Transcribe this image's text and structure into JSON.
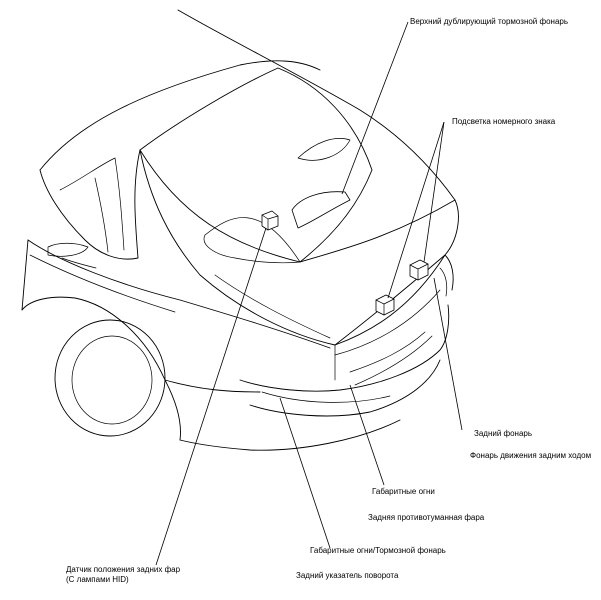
{
  "labels": {
    "high_mount_stop": "Верхний дублирующий тормозной фонарь",
    "license_plate": "Подсветка номерного знака",
    "rear_lamp": "Задний фонарь",
    "reverse_lamp": "Фонарь движения задним ходом",
    "tail_lamp": "Габаритные огни",
    "rear_fog": "Задняя противотуманная фара",
    "tail_stop": "Габаритные огни/Тормозной фонарь",
    "rear_turn": "Задний указатель поворота",
    "sensor_line1": "Датчик положения задних фар",
    "sensor_line2": "(С лампами HID)"
  },
  "colors": {
    "line": "#000000",
    "background": "#ffffff"
  }
}
